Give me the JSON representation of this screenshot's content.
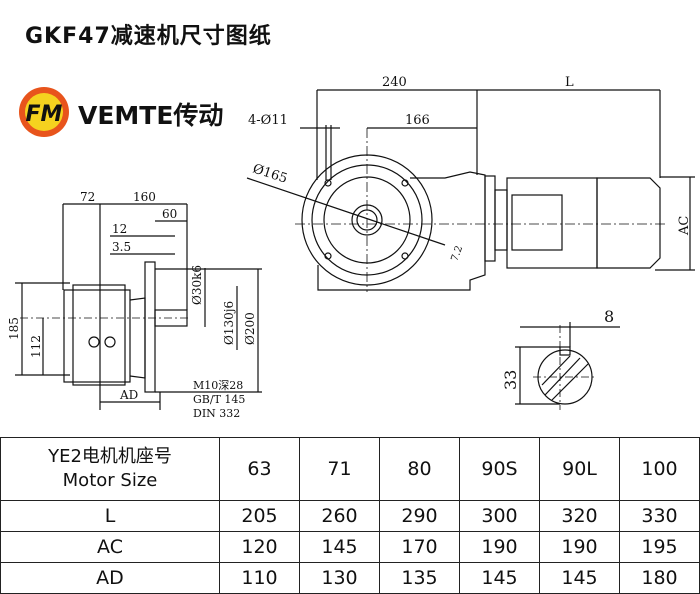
{
  "title": "GKF47减速机尺寸图纸",
  "brand": {
    "logo_text": "FM",
    "name": "VEMTE传动"
  },
  "drawing": {
    "side_view": {
      "d72": "72",
      "d160": "160",
      "d60": "60",
      "d12": "12",
      "d3_5": "3.5",
      "d185": "185",
      "d112": "112",
      "d30": "Ø30k6",
      "d130": "Ø130j6",
      "d200": "Ø200",
      "ad": "AD",
      "note1": "M10深28",
      "note2": "GB/T 145",
      "note3": "DIN 332"
    },
    "front_view": {
      "d240": "240",
      "dL": "L",
      "d166": "166",
      "holes": "4-Ø11",
      "d165": "Ø165",
      "ac": "AC",
      "angle": "7.2"
    },
    "shaft_section": {
      "key": "8",
      "height": "33"
    }
  },
  "table": {
    "header_cn": "YE2电机机座号",
    "header_en": "Motor Size",
    "sizes": [
      "63",
      "71",
      "80",
      "90S",
      "90L",
      "100"
    ],
    "rows": [
      {
        "label": "L",
        "values": [
          "205",
          "260",
          "290",
          "300",
          "320",
          "330"
        ]
      },
      {
        "label": "AC",
        "values": [
          "120",
          "145",
          "170",
          "190",
          "190",
          "195"
        ]
      },
      {
        "label": "AD",
        "values": [
          "110",
          "130",
          "135",
          "145",
          "145",
          "180"
        ]
      }
    ]
  },
  "colors": {
    "logo_ring": "#e8541c",
    "logo_fill": "#f5d21f"
  }
}
